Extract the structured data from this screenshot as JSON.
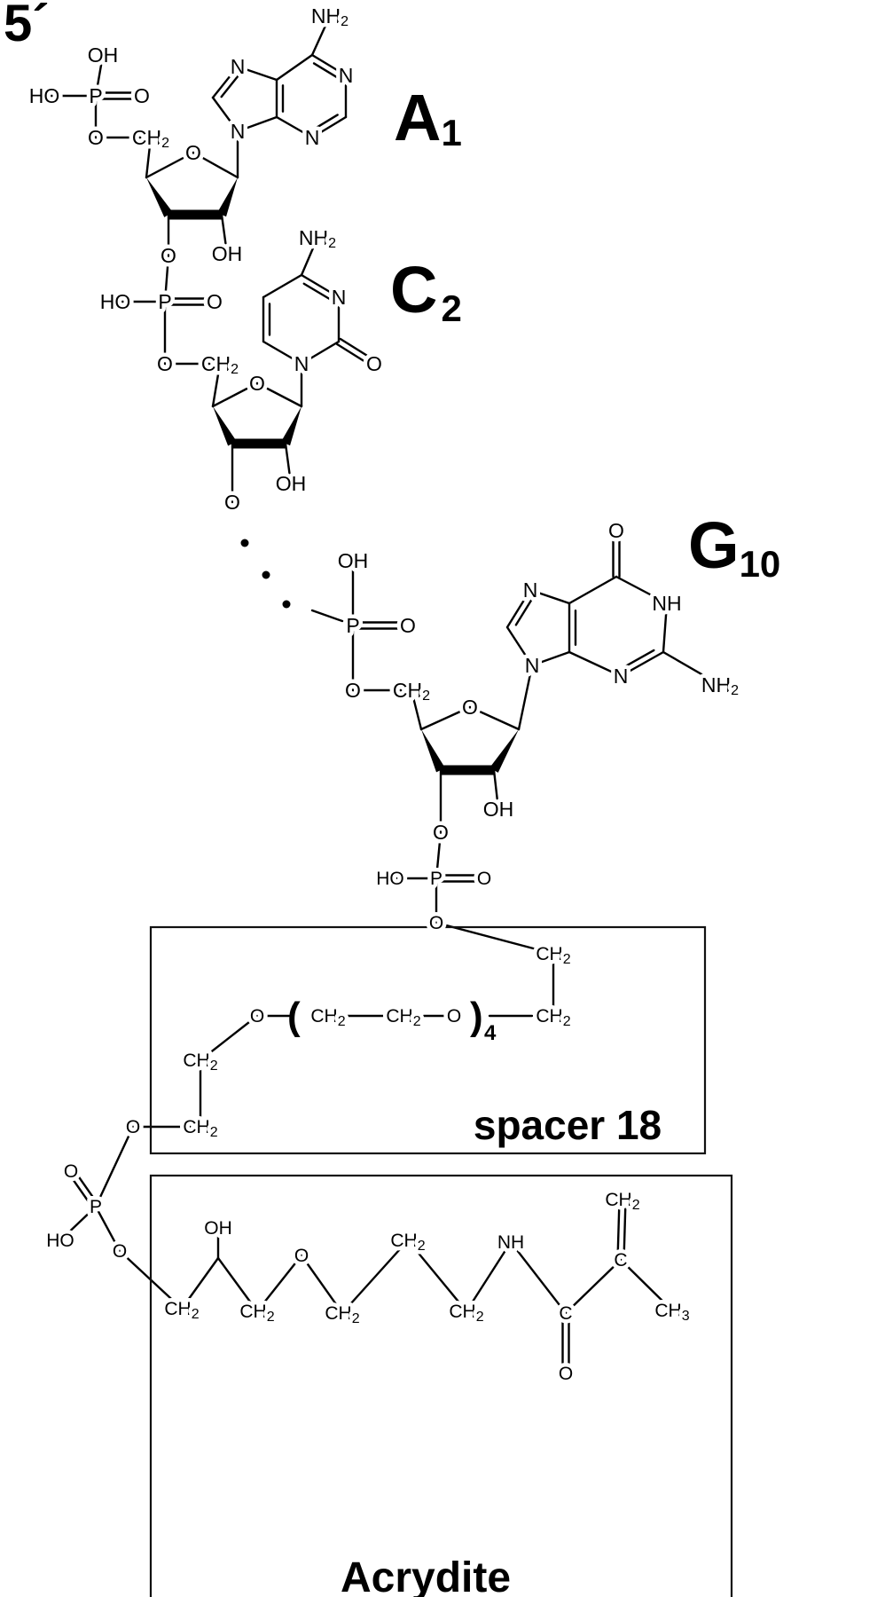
{
  "atoms": {
    "O": [
      "O"
    ],
    "OH": [
      "OH"
    ],
    "HO": [
      "HO"
    ],
    "P": [
      "P"
    ],
    "N": [
      "N"
    ],
    "NH": [
      "NH"
    ],
    "C": [
      "C"
    ],
    "NH2": [
      "NH",
      "2"
    ],
    "CH2": [
      "CH",
      "2"
    ],
    "CH3": [
      "CH",
      "3"
    ]
  },
  "labels": {
    "five_prime": "5´",
    "nucleotide_a": [
      "A",
      "1"
    ],
    "nucleotide_c": [
      "C",
      "2"
    ],
    "nucleotide_g": [
      "G",
      "10"
    ],
    "repeat_open": "(",
    "repeat_close": ")",
    "repeat_count": "4",
    "spacer": "spacer 18",
    "acrydite": "Acrydite"
  }
}
